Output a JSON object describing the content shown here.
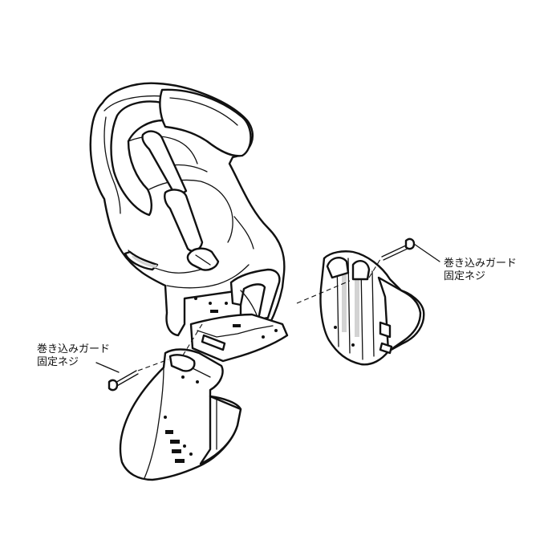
{
  "labels": {
    "right": {
      "line1": "巻き込みガード",
      "line2": "固定ネジ"
    },
    "left": {
      "line1": "巻き込みガード",
      "line2": "固定ネジ"
    }
  },
  "colors": {
    "background": "#ffffff",
    "line": "#111111",
    "fill": "#ffffff",
    "shadow": "#cfcfcf"
  }
}
